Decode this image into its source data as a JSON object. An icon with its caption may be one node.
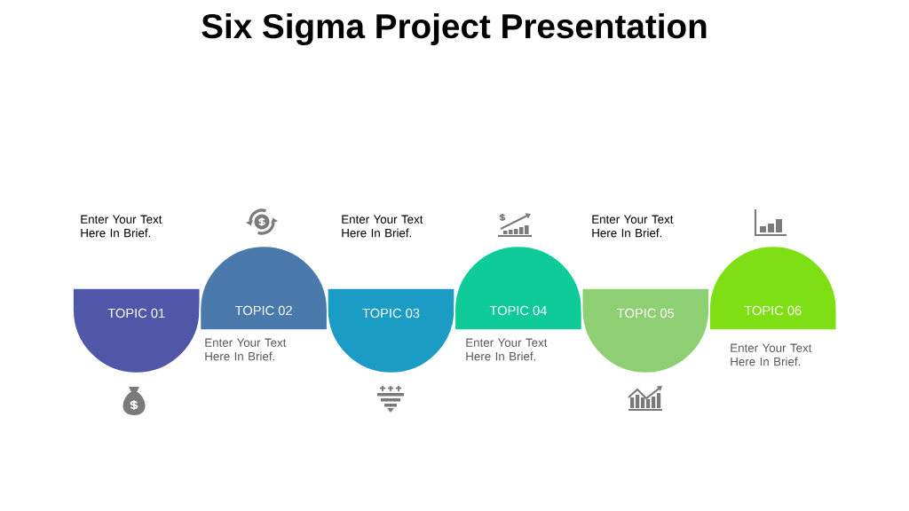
{
  "diagram": {
    "title": "Six Sigma Project Presentation",
    "nodes": [
      {
        "text": [
          "TOPIC 01"
        ]
      },
      {
        "text": [
          "TOPIC 02"
        ],
        "beside": [
          "Enter Your Text Here In Brief."
        ]
      },
      {
        "text": [
          "TOPIC 03"
        ]
      },
      {
        "text": [
          "TOPIC 04"
        ],
        "beside": [
          "Enter Your Text Here In Brief."
        ]
      },
      {
        "text": [
          "TOPIC 05"
        ]
      },
      {
        "text": [
          "TOPIC 06"
        ],
        "beside": [
          "Enter Your Text Here In Brief."
        ]
      }
    ],
    "labels": [
      "Enter Your Text Here In Brief.",
      "Enter Your Text Here In Brief.",
      "Enter Your Text Here In Brief."
    ]
  }
}
